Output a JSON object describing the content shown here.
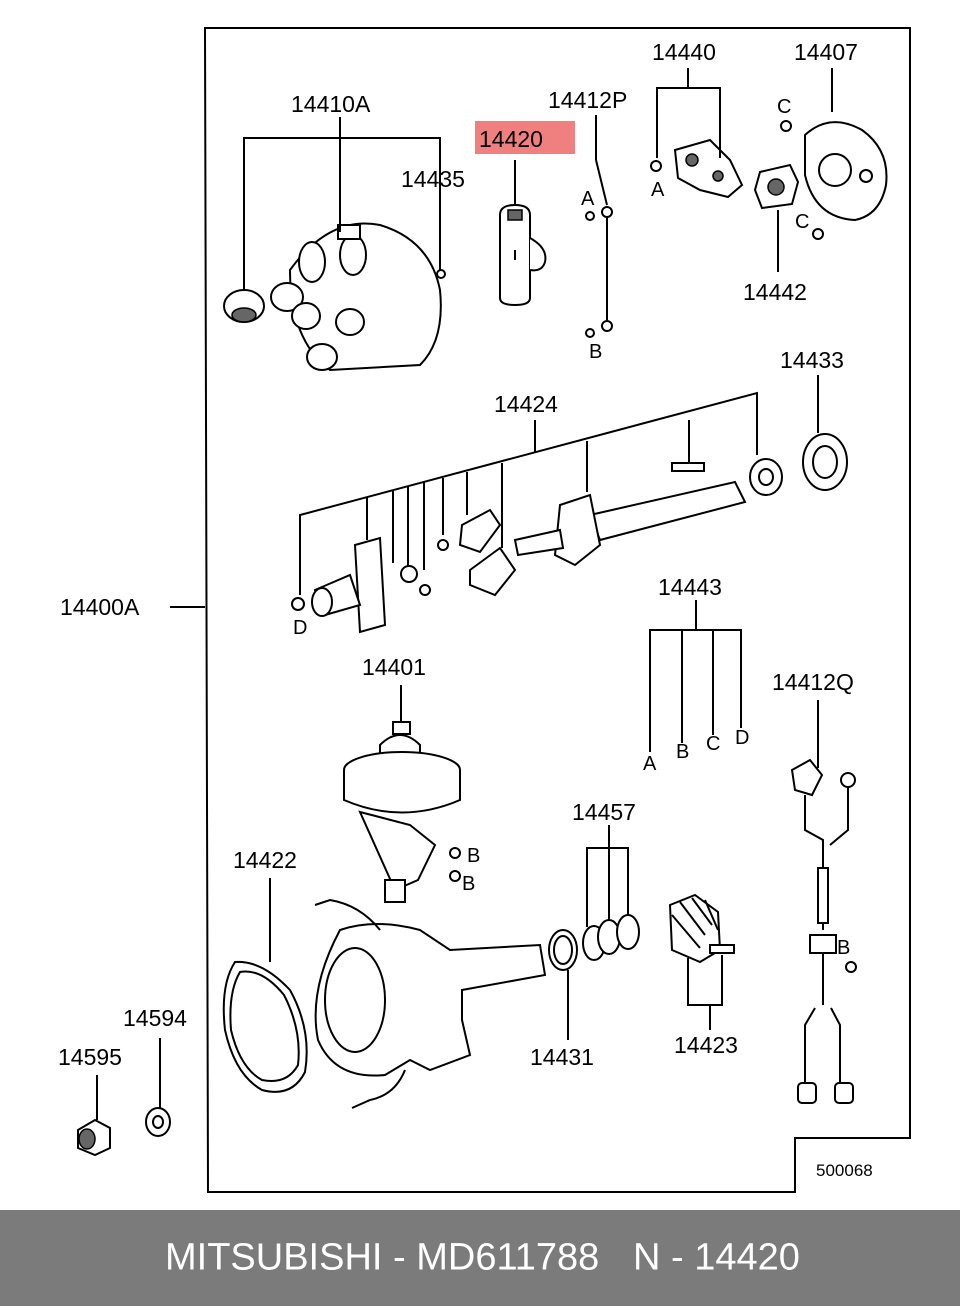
{
  "diagram": {
    "labels": {
      "p14410A": "14410A",
      "p14435": "14435",
      "p14420": "14420",
      "p14412P": "14412P",
      "p14440": "14440",
      "p14407": "14407",
      "p14442": "14442",
      "p14424": "14424",
      "p14433": "14433",
      "p14400A": "14400A",
      "p14443": "14443",
      "p14401": "14401",
      "p14412Q": "14412Q",
      "p14422": "14422",
      "p14457": "14457",
      "p14594": "14594",
      "p14595": "14595",
      "p14431": "14431",
      "p14423": "14423"
    },
    "refs": {
      "a1": "A",
      "a2": "A",
      "b1": "B",
      "b2": "B",
      "b3": "B",
      "b4": "B",
      "c1": "C",
      "c2": "C",
      "d1": "D",
      "ha": "A",
      "hb": "B",
      "hc": "C",
      "hd": "D"
    },
    "diagram_code": "500068",
    "highlight_color": "#f08080"
  },
  "footer": {
    "brand_part": "MITSUBISHI - MD611788",
    "ref_no": "N - 14420",
    "bg_color": "#7b7b7b"
  }
}
